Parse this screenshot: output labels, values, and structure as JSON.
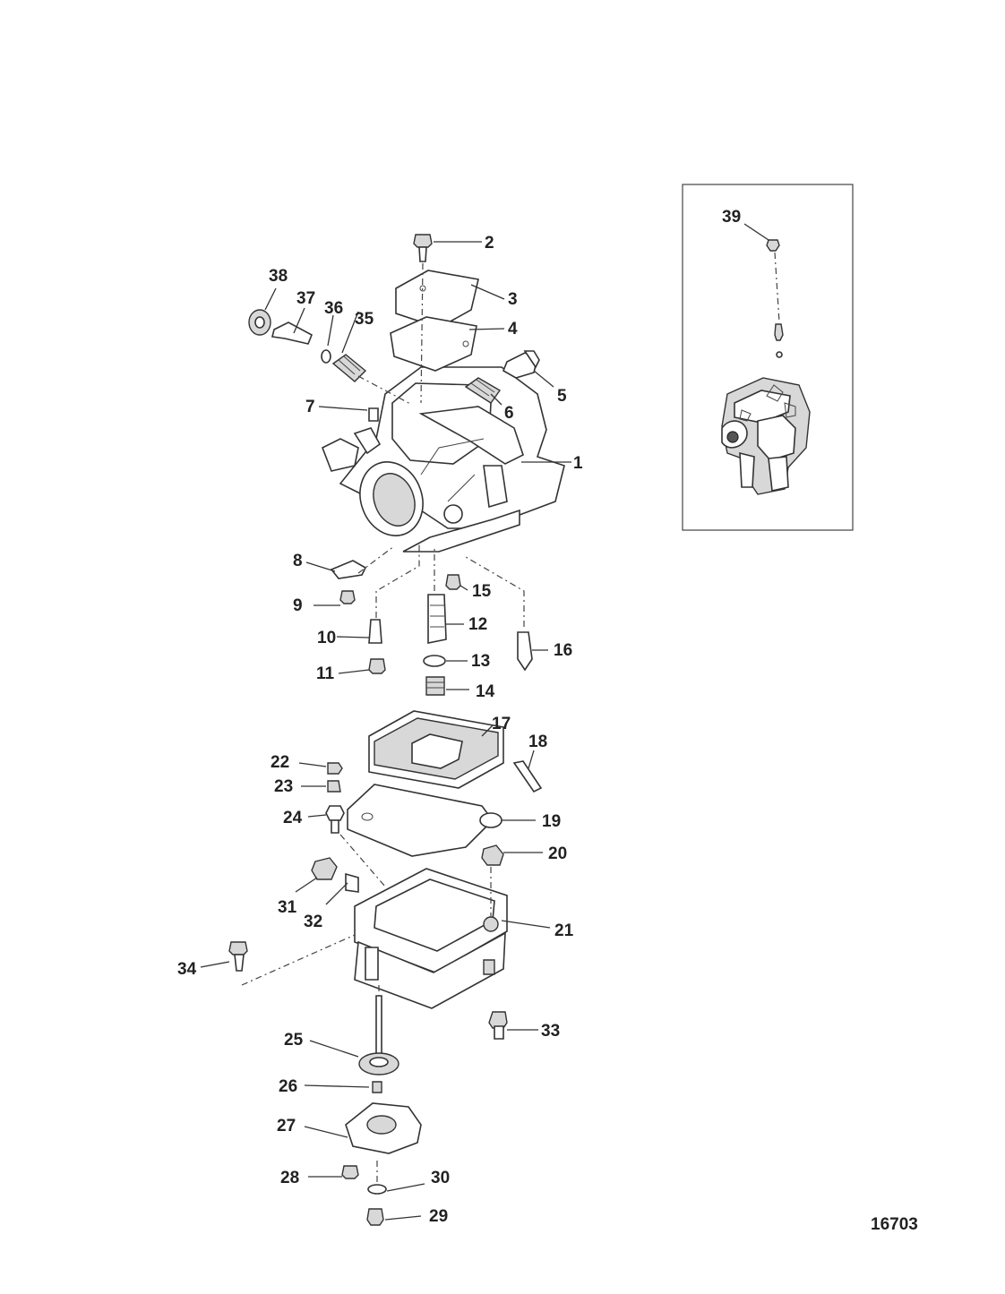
{
  "figure_number": "16703",
  "callouts": [
    {
      "id": "1",
      "label": "1"
    },
    {
      "id": "2",
      "label": "2"
    },
    {
      "id": "3",
      "label": "3"
    },
    {
      "id": "4",
      "label": "4"
    },
    {
      "id": "5",
      "label": "5"
    },
    {
      "id": "6",
      "label": "6"
    },
    {
      "id": "7",
      "label": "7"
    },
    {
      "id": "8",
      "label": "8"
    },
    {
      "id": "9",
      "label": "9"
    },
    {
      "id": "10",
      "label": "10"
    },
    {
      "id": "11",
      "label": "11"
    },
    {
      "id": "12",
      "label": "12"
    },
    {
      "id": "13",
      "label": "13"
    },
    {
      "id": "14",
      "label": "14"
    },
    {
      "id": "15",
      "label": "15"
    },
    {
      "id": "16",
      "label": "16"
    },
    {
      "id": "17",
      "label": "17"
    },
    {
      "id": "18",
      "label": "18"
    },
    {
      "id": "19",
      "label": "19"
    },
    {
      "id": "20",
      "label": "20"
    },
    {
      "id": "21",
      "label": "21"
    },
    {
      "id": "22",
      "label": "22"
    },
    {
      "id": "23",
      "label": "23"
    },
    {
      "id": "24",
      "label": "24"
    },
    {
      "id": "25",
      "label": "25"
    },
    {
      "id": "26",
      "label": "26"
    },
    {
      "id": "27",
      "label": "27"
    },
    {
      "id": "28",
      "label": "28"
    },
    {
      "id": "29",
      "label": "29"
    },
    {
      "id": "30",
      "label": "30"
    },
    {
      "id": "31",
      "label": "31"
    },
    {
      "id": "32",
      "label": "32"
    },
    {
      "id": "33",
      "label": "33"
    },
    {
      "id": "34",
      "label": "34"
    },
    {
      "id": "35",
      "label": "35"
    },
    {
      "id": "36",
      "label": "36"
    },
    {
      "id": "37",
      "label": "37"
    },
    {
      "id": "38",
      "label": "38"
    },
    {
      "id": "39",
      "label": "39"
    }
  ]
}
